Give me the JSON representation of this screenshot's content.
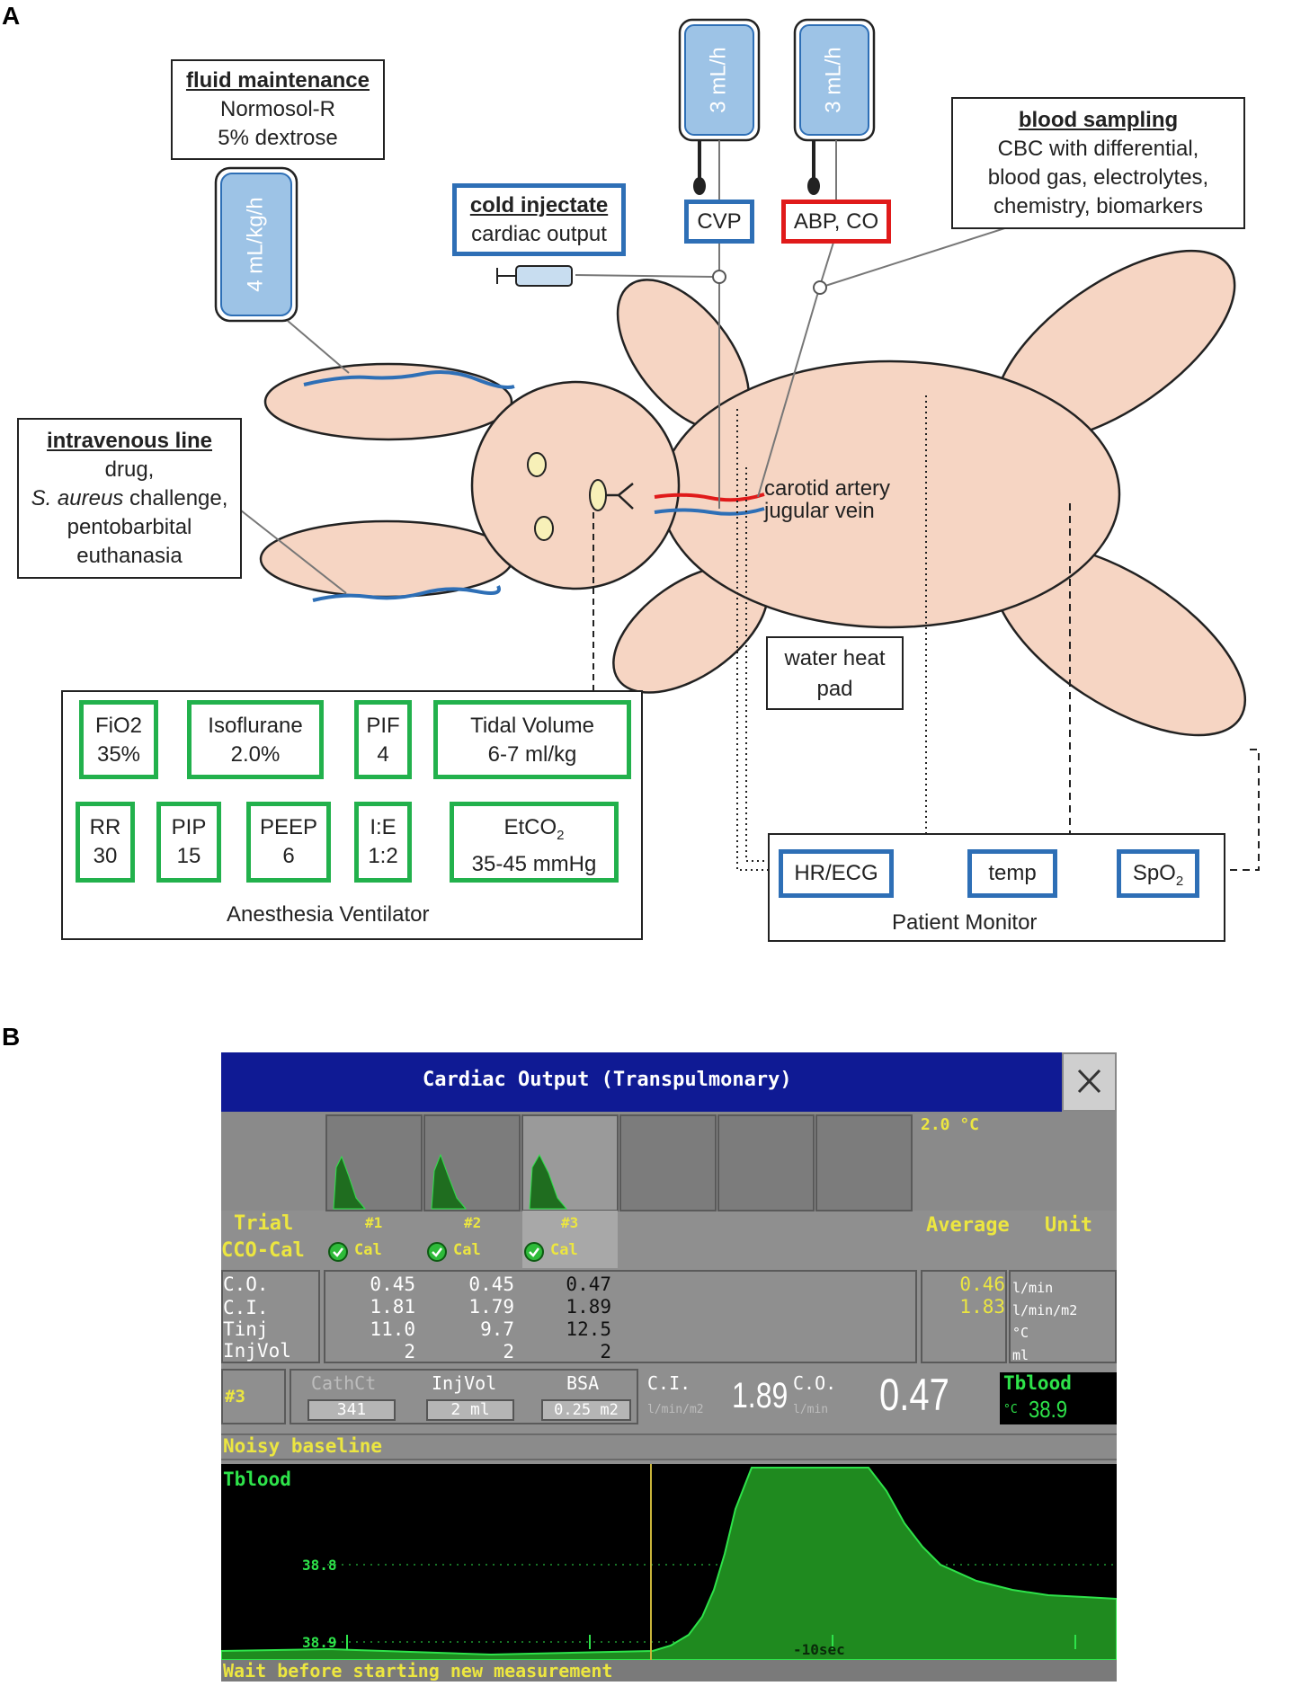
{
  "panel_a": {
    "label": "A",
    "fluid_maintenance": {
      "title": "fluid maintenance",
      "lines": [
        "Normosol-R",
        "5% dextrose"
      ]
    },
    "iv_bag_rate": "4 mL/kg/h",
    "cvp_bag_rate": "3 mL/h",
    "abp_bag_rate": "3 mL/h",
    "cold_injectate": {
      "title": "cold injectate",
      "line": "cardiac output"
    },
    "cvp": "CVP",
    "abp": "ABP, CO",
    "blood_sampling": {
      "title": "blood sampling",
      "lines": [
        "CBC with differential,",
        "blood gas, electrolytes,",
        "chemistry, biomarkers"
      ]
    },
    "intravenous_line": {
      "title": "intravenous line",
      "lines": [
        "drug,",
        "challenge,",
        "pentobarbital",
        "euthanasia"
      ],
      "italic_part": "S. aureus"
    },
    "carotid_artery": "carotid artery",
    "jugular_vein": "jugular vein",
    "water_heat_pad": [
      "water heat",
      "pad"
    ],
    "ventilator": {
      "label": "Anesthesia Ventilator",
      "settings": [
        {
          "name": "FiO2",
          "value": "35%"
        },
        {
          "name": "Isoflurane",
          "value": "2.0%"
        },
        {
          "name": "PIF",
          "value": "4"
        },
        {
          "name": "Tidal Volume",
          "value": "6-7 ml/kg"
        },
        {
          "name": "RR",
          "value": "30"
        },
        {
          "name": "PIP",
          "value": "15"
        },
        {
          "name": "PEEP",
          "value": "6"
        },
        {
          "name": "I:E",
          "value": "1:2"
        },
        {
          "name": "EtCO",
          "sub": "2",
          "value": "35-45 mmHg"
        }
      ]
    },
    "patient_monitor": {
      "label": "Patient Monitor",
      "hr": "HR/ECG",
      "temp": "temp",
      "spo2": "SpO",
      "spo2_sub": "2"
    }
  },
  "panel_b": {
    "label": "B",
    "title": "Cardiac Output (Transpulmonary)",
    "temp_reading": "2.0 °C",
    "trial_label": "Trial",
    "cco_label": "CCO-Cal",
    "trials": [
      {
        "id": "#1",
        "cal": "Cal",
        "co": "0.45",
        "ci": "1.81",
        "tinj": "11.0",
        "injvol": "2"
      },
      {
        "id": "#2",
        "cal": "Cal",
        "co": "0.45",
        "ci": "1.79",
        "tinj": "9.7",
        "injvol": "2"
      },
      {
        "id": "#3",
        "cal": "Cal",
        "co": "0.47",
        "ci": "1.89",
        "tinj": "12.5",
        "injvol": "2"
      }
    ],
    "row_labels": [
      "C.O.",
      "C.I.",
      "Tinj",
      "InjVol"
    ],
    "average_label": "Average",
    "unit_label": "Unit",
    "average": {
      "co": "0.46",
      "ci": "1.83"
    },
    "units": [
      "l/min",
      "l/min/m2",
      "°C",
      "ml"
    ],
    "current_trial": "#3",
    "cathct_label": "CathCt",
    "cathct_value": "341",
    "injvol_label": "InjVol",
    "injvol_value": "2 ml",
    "bsa_label": "BSA",
    "bsa_value": "0.25 m2",
    "ci_label": "C.I.",
    "ci_unit": "l/min/m2",
    "ci_value": "1.89",
    "co_label": "C.O.",
    "co_unit": "l/min",
    "co_value": "0.47",
    "tblood_label": "Tblood",
    "tblood_unit": "°C",
    "tblood_value": "38.9",
    "status": "Noisy baseline",
    "curve_label": "Tblood",
    "curve_tick_upper": "38.8",
    "curve_tick_lower": "38.9",
    "time_marker": "-10sec",
    "bottom_message": "Wait before starting new measurement"
  }
}
